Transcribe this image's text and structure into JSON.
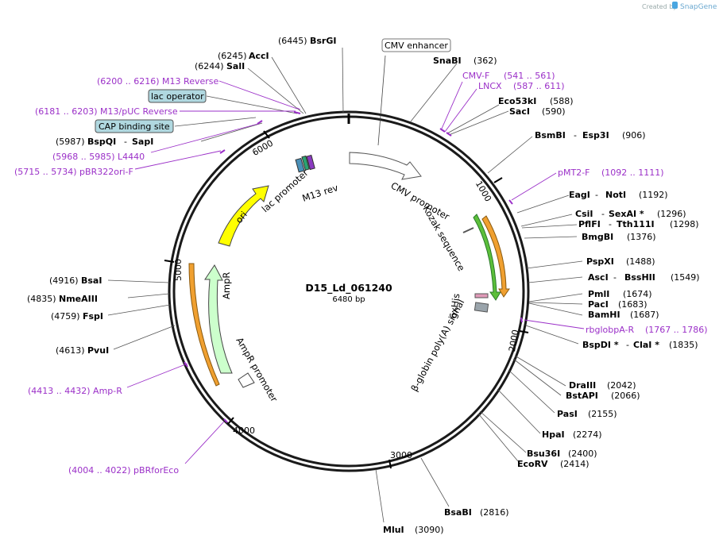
{
  "credit": {
    "created_by": "Created by",
    "brand": "SnapGene"
  },
  "plasmid": {
    "name": "D15_Ld_061240",
    "length": "6480 bp"
  },
  "ticks": [
    "1000",
    "2000",
    "3000",
    "4000",
    "5000",
    "6000"
  ],
  "sites": {
    "bsrgi": {
      "pos": "(6445)",
      "name": "BsrGI"
    },
    "acci": {
      "pos": "(6245)",
      "name": "AccI"
    },
    "sali": {
      "pos": "(6244)",
      "name": "SalI"
    },
    "bspqi": {
      "pos": "(5987)",
      "name": "BspQI",
      "alt": "SapI"
    },
    "snabi": {
      "name": "SnaBI",
      "pos": "(362)"
    },
    "eco53ki": {
      "name": "Eco53kI",
      "pos": "(588)"
    },
    "saci": {
      "name": "SacI",
      "pos": "(590)"
    },
    "bsmbi": {
      "name": "BsmBI",
      "alt": "Esp3I",
      "pos": "(906)"
    },
    "eagi": {
      "name": "EagI",
      "alt": "NotI",
      "pos": "(1192)"
    },
    "csii": {
      "name": "CsiI",
      "alt": "SexAI *",
      "pos": "(1296)"
    },
    "pflfi": {
      "name": "PflFI",
      "alt": "Tth111I",
      "pos": "(1298)"
    },
    "bmgbi": {
      "name": "BmgBI",
      "pos": "(1376)"
    },
    "pspxi": {
      "name": "PspXI",
      "pos": "(1488)"
    },
    "asci": {
      "name": "AscI",
      "alt": "BssHII",
      "pos": "(1549)"
    },
    "pmli": {
      "name": "PmlI",
      "pos": "(1674)"
    },
    "paci": {
      "name": "PacI",
      "pos": "(1683)"
    },
    "bamhi": {
      "name": "BamHI",
      "pos": "(1687)"
    },
    "bspdi": {
      "name": "BspDI *",
      "alt": "ClaI *",
      "pos": "(1835)"
    },
    "draiii": {
      "name": "DraIII",
      "pos": "(2042)"
    },
    "bstapi": {
      "name": "BstAPI",
      "pos": "(2066)"
    },
    "pasi": {
      "name": "PasI",
      "pos": "(2155)"
    },
    "hpai": {
      "name": "HpaI",
      "pos": "(2274)"
    },
    "bsu36i": {
      "name": "Bsu36I",
      "pos": "(2400)"
    },
    "ecorv": {
      "name": "EcoRV",
      "pos": "(2414)"
    },
    "bsabi": {
      "name": "BsaBI",
      "pos": "(2816)"
    },
    "mlui": {
      "name": "MluI",
      "pos": "(3090)"
    },
    "bsai": {
      "pos": "(4916)",
      "name": "BsaI"
    },
    "nmeaiii": {
      "pos": "(4835)",
      "name": "NmeAIII"
    },
    "fspi": {
      "pos": "(4759)",
      "name": "FspI"
    },
    "pvui": {
      "pos": "(4613)",
      "name": "PvuI"
    }
  },
  "primers": {
    "m13rev": "(6200 .. 6216)  M13 Reverse",
    "m13puc": "(6181 .. 6203)  M13/pUC Reverse",
    "l4440": "(5968 .. 5985)  L4440",
    "pbr322ori": "(5715 .. 5734)  pBR322ori-F",
    "cmvf_name": "CMV-F",
    "cmvf_range": "(541 .. 561)",
    "lncx_name": "LNCX",
    "lncx_range": "(587 .. 611)",
    "pmt2f_name": "pMT2-F",
    "pmt2f_range": "(1092 .. 1111)",
    "rbglobpa_name": "rbglobpA-R",
    "rbglobpa_range": "(1767 .. 1786)",
    "ampr": "(4413 .. 4432)  Amp-R",
    "pbrforeco": "(4004 .. 4022)  pBRforEco"
  },
  "boxed_features": {
    "cmv_enhancer": "CMV enhancer",
    "lac_operator": "lac operator",
    "cap_site": "CAP binding site"
  },
  "features": {
    "cmv_promoter": "CMV promoter",
    "kozak": "Kozak sequence",
    "his": "6xHis",
    "bglobin": "β-globin poly(A) signal",
    "ori": "ori",
    "ampr": "AmpR",
    "ampr_promoter": "AmpR promoter",
    "lac_promoter": "lac promoter",
    "m13_rev": "M13 rev"
  },
  "colors": {
    "backbone": "#1a1a1a",
    "primer": "#9b30c8",
    "ori": "#ffff00",
    "ampr": "#ccffcc",
    "green_arrow": "#2aa42a",
    "orange_arrow": "#f0a030",
    "lac_box": "#b0d8e0"
  }
}
